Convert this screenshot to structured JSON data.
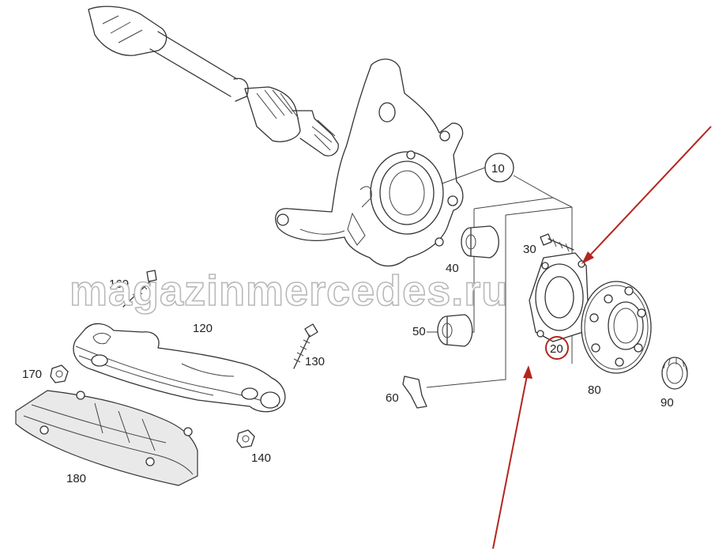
{
  "watermark": "magazinmercedes.ru",
  "part_labels": [
    {
      "id": "10",
      "text": "10"
    },
    {
      "id": "20",
      "text": "20"
    },
    {
      "id": "30",
      "text": "30"
    },
    {
      "id": "40",
      "text": "40"
    },
    {
      "id": "50",
      "text": "50"
    },
    {
      "id": "60",
      "text": "60"
    },
    {
      "id": "80",
      "text": "80"
    },
    {
      "id": "90",
      "text": "90"
    },
    {
      "id": "120",
      "text": "120"
    },
    {
      "id": "130",
      "text": "130"
    },
    {
      "id": "140",
      "text": "140"
    },
    {
      "id": "160",
      "text": "160"
    },
    {
      "id": "170",
      "text": "170"
    },
    {
      "id": "180",
      "text": "180"
    }
  ],
  "colors": {
    "line": "#333333",
    "highlight_arrow": "#b3261e",
    "watermark_outline": "#b9b9b9"
  },
  "highlighted_part": "20"
}
